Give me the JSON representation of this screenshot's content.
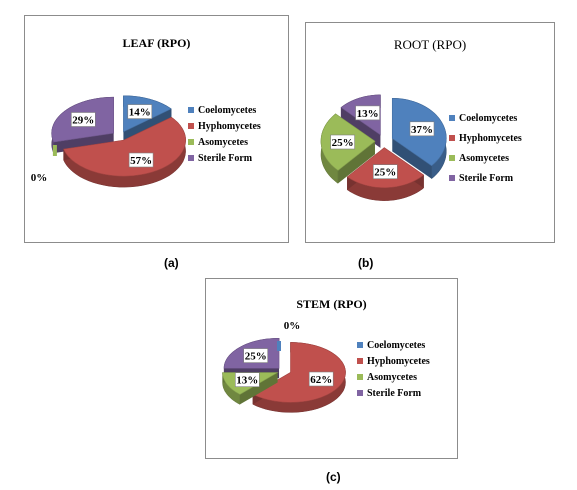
{
  "legend_colors": [
    "#4f81bd",
    "#c0504d",
    "#9bbb59",
    "#8064a2"
  ],
  "captions": [
    "(a)",
    "(b)",
    "(c)"
  ],
  "chart_data": [
    {
      "type": "pie",
      "title": "LEAF (RPO)",
      "categories": [
        "Coelomycetes",
        "Hyphomycetes",
        "Asomycetes",
        "Sterile Form"
      ],
      "values": [
        14,
        57,
        0,
        29
      ],
      "data_labels": [
        "14%",
        "57%",
        "0%",
        "29%"
      ],
      "legend_position": "right",
      "exploded": true
    },
    {
      "type": "pie",
      "title": "ROOT (RPO)",
      "categories": [
        "Coelomycetes",
        "Hyphomycetes",
        "Asomycetes",
        "Sterile Form"
      ],
      "values": [
        37,
        25,
        25,
        13
      ],
      "data_labels": [
        "37%",
        "25%",
        "25%",
        "13%"
      ],
      "legend_position": "right",
      "exploded": true
    },
    {
      "type": "pie",
      "title": "STEM (RPO)",
      "categories": [
        "Coelomycetes",
        "Hyphomycetes",
        "Asomycetes",
        "Sterile Form"
      ],
      "values": [
        0,
        62,
        13,
        25
      ],
      "data_labels": [
        "0%",
        "62%",
        "13%",
        "25%"
      ],
      "legend_position": "right",
      "exploded": true
    }
  ]
}
